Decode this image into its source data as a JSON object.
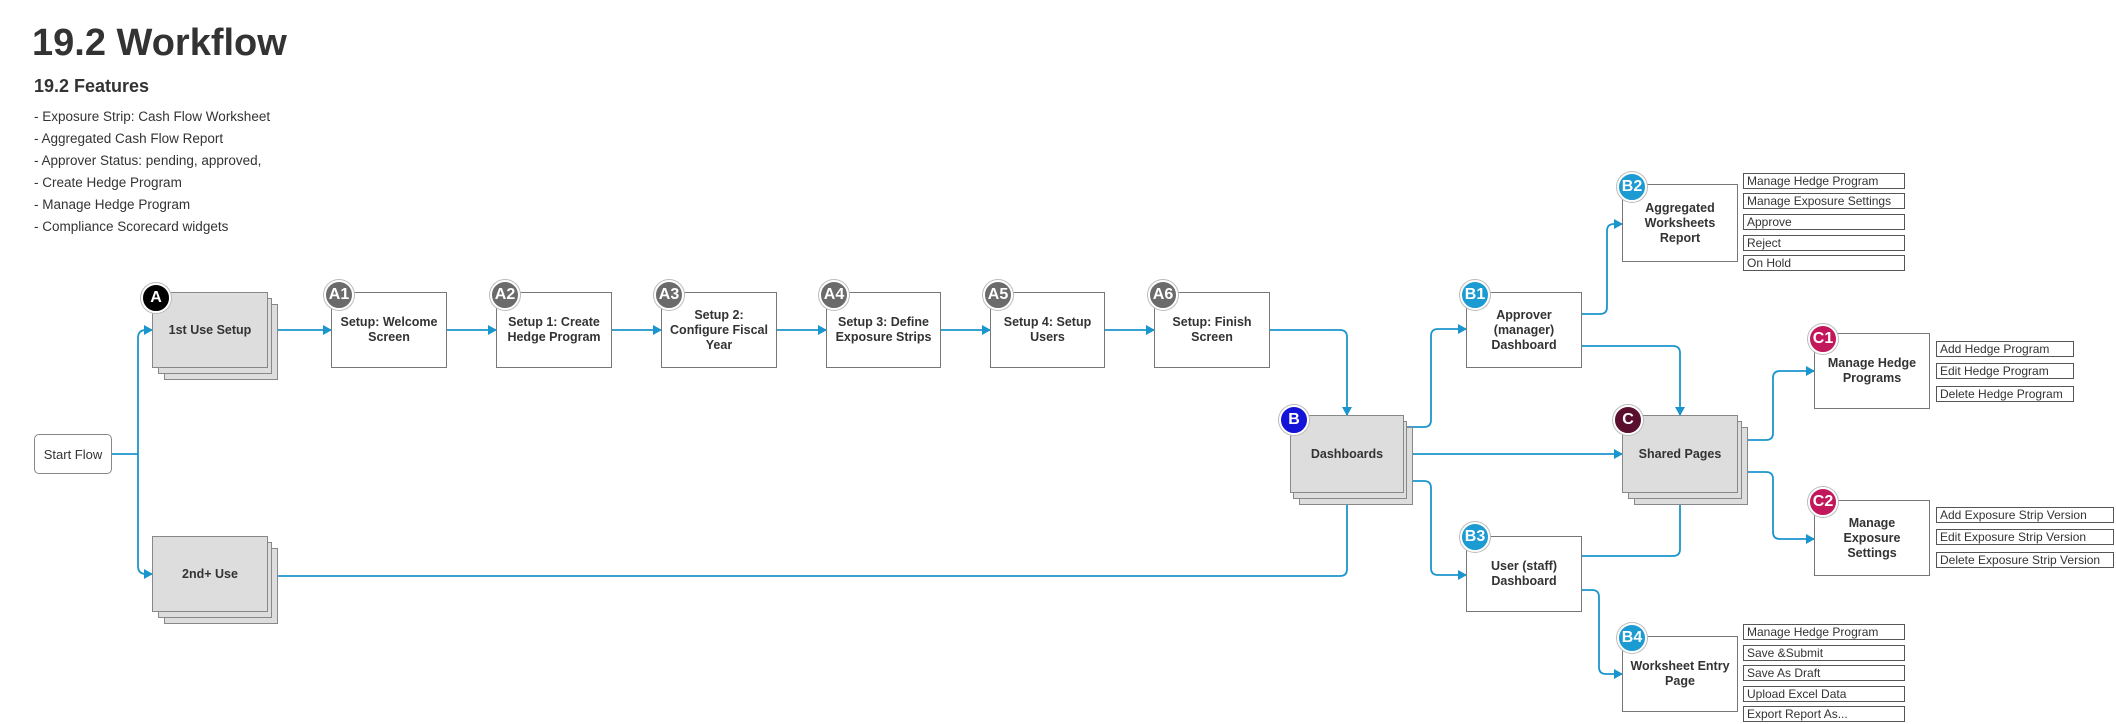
{
  "title": "19.2 Workflow",
  "features": {
    "heading": "19.2 Features",
    "items": [
      "- Exposure Strip: Cash Flow Worksheet",
      "- Aggregated Cash Flow Report",
      "- Approver Status: pending, approved,",
      "- Create Hedge Program",
      "- Manage Hedge Program",
      "- Compliance Scorecard widgets"
    ]
  },
  "colors": {
    "connector": "#1b95cd",
    "badge_a": "#000000",
    "badge_a_steps": "#6b6b6b",
    "badge_b": "#1414d9",
    "badge_b_sub": "#1b9bd1",
    "badge_c": "#5a0f2e",
    "badge_c_sub": "#c2185b"
  },
  "start_flow": "Start Flow",
  "nodes": {
    "first_use": {
      "badge": "A",
      "label": "1st Use Setup"
    },
    "second_use": {
      "label": "2nd+ Use"
    },
    "a1": {
      "badge": "A1",
      "label": "Setup: Welcome Screen"
    },
    "a2": {
      "badge": "A2",
      "label": "Setup 1: Create Hedge Program"
    },
    "a3": {
      "badge": "A3",
      "label": "Setup 2: Configure Fiscal Year"
    },
    "a4": {
      "badge": "A4",
      "label": "Setup 3: Define Exposure Strips"
    },
    "a5": {
      "badge": "A5",
      "label": "Setup 4: Setup Users"
    },
    "a6": {
      "badge": "A6",
      "label": "Setup: Finish Screen"
    },
    "dashboards": {
      "badge": "B",
      "label": "Dashboards"
    },
    "b1": {
      "badge": "B1",
      "label": "Approver (manager) Dashboard"
    },
    "b2": {
      "badge": "B2",
      "label": "Aggregated Worksheets Report"
    },
    "b3": {
      "badge": "B3",
      "label": "User (staff) Dashboard"
    },
    "b4": {
      "badge": "B4",
      "label": "Worksheet Entry Page"
    },
    "shared": {
      "badge": "C",
      "label": "Shared Pages"
    },
    "c1": {
      "badge": "C1",
      "label": "Manage Hedge Programs"
    },
    "c2": {
      "badge": "C2",
      "label": "Manage Exposure Settings"
    }
  },
  "actions": {
    "b2": [
      "Manage Hedge Program",
      "Manage Exposure Settings",
      "Approve",
      "Reject",
      "On Hold"
    ],
    "c1": [
      "Add Hedge Program",
      "Edit Hedge Program",
      "Delete Hedge Program"
    ],
    "c2": [
      "Add Exposure Strip Version",
      "Edit Exposure Strip Version",
      "Delete Exposure Strip Version"
    ],
    "b4": [
      "Manage Hedge Program",
      "Save &Submit",
      "Save As Draft",
      "Upload Excel Data",
      "Export Report As..."
    ]
  }
}
